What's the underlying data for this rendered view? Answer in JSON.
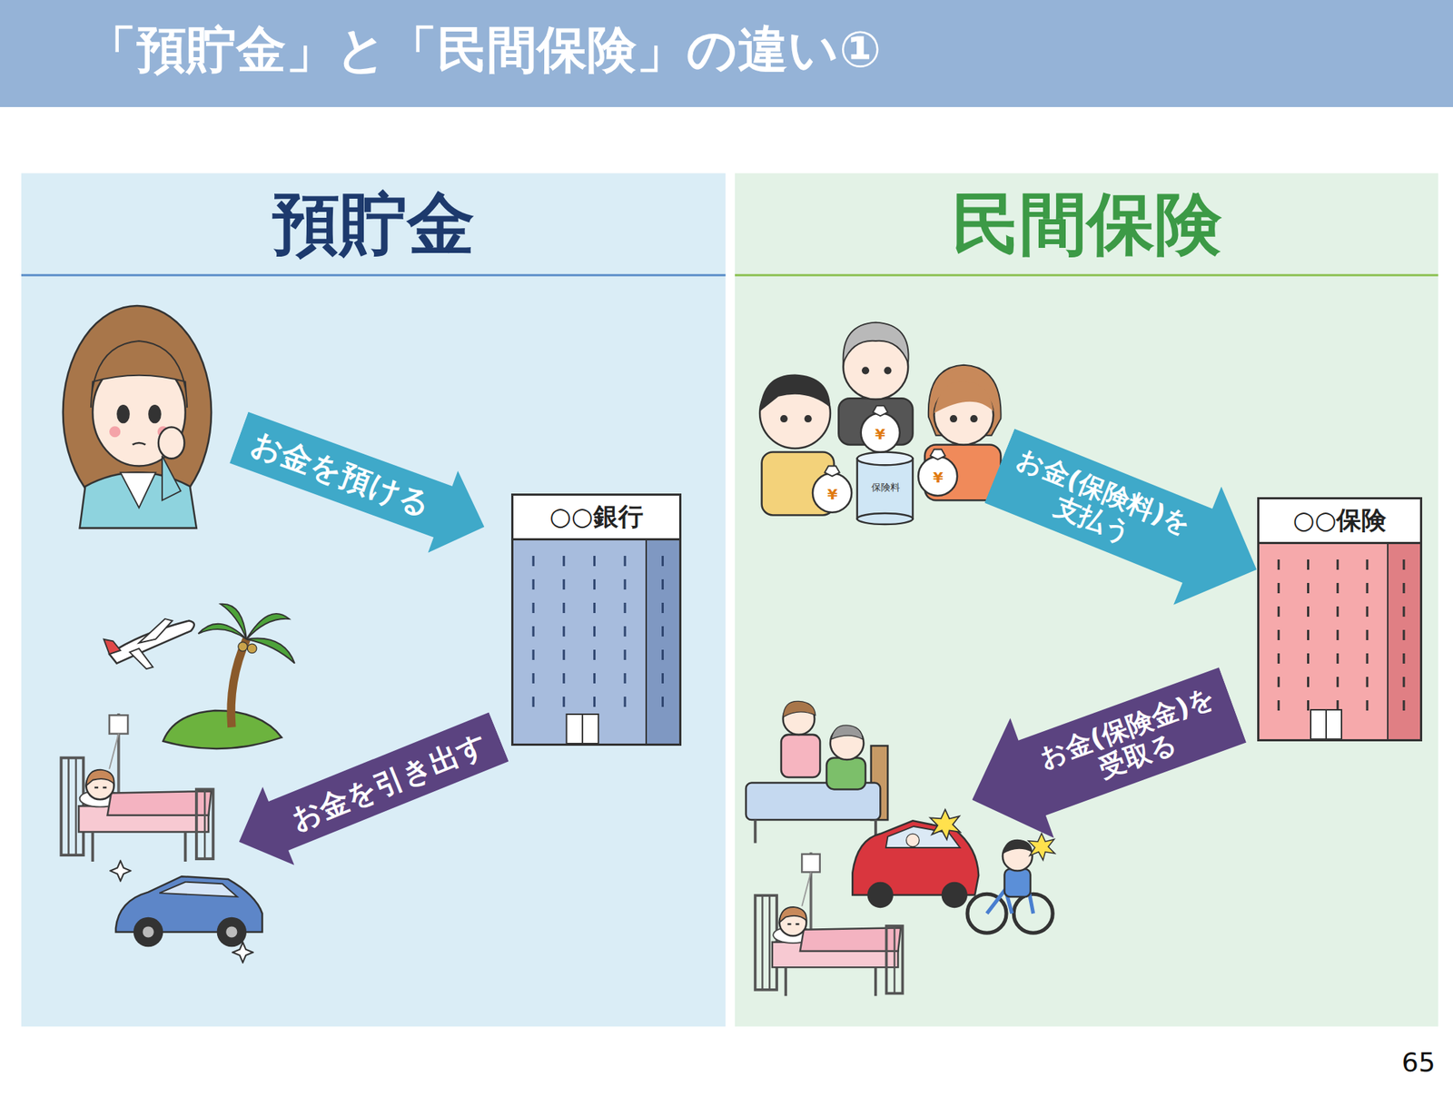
{
  "diagram": {
    "title": "「預貯金」と「民間保険」の違い①",
    "nodes": [
      {
        "text": [
          "預貯金"
        ]
      },
      {
        "text": [
          "お金を預ける"
        ],
        "in": 0
      },
      {
        "text": [
          "○○銀行"
        ],
        "in": 0
      },
      {
        "text": [
          "お金を引き出す"
        ],
        "in": 0
      },
      {
        "text": [
          "民間保険"
        ]
      },
      {
        "text": [
          "お金(保険料)を 支払う"
        ],
        "in": 4
      },
      {
        "text": [
          "○○保険"
        ],
        "in": 4
      },
      {
        "text": [
          "お金(保険金)を 受取る"
        ],
        "in": 4
      }
    ],
    "labels": [
      "¥",
      "¥",
      "保険料",
      "¥",
      "65"
    ]
  }
}
